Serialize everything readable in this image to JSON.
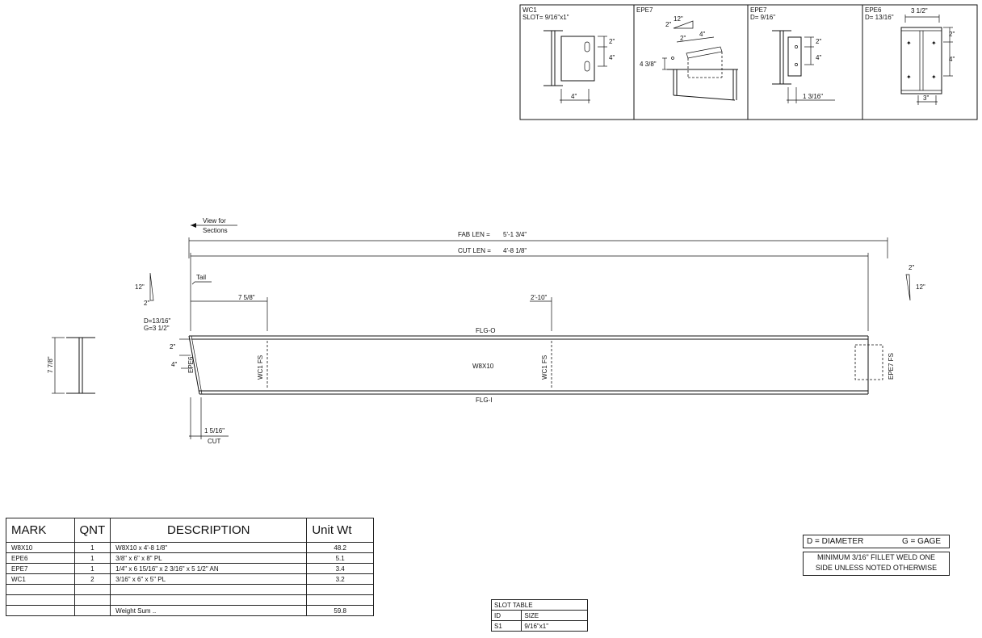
{
  "details": [
    {
      "title": "WC1",
      "subtitle": "SLOT= 9/16\"x1\"",
      "dims": [
        "2\"",
        "4\"",
        "4\""
      ]
    },
    {
      "title": "EPE7",
      "subtitle": "",
      "dims": [
        "12\"",
        "2\"",
        "2\"",
        "4\"",
        "4 3/8\""
      ]
    },
    {
      "title": "EPE7",
      "subtitle": "D= 9/16\"",
      "dims": [
        "2\"",
        "4\"",
        "1 3/16\""
      ]
    },
    {
      "title": "EPE6",
      "subtitle": "D= 13/16\"",
      "dims": [
        "3 1/2\"",
        "2\"",
        "4\"",
        "3\""
      ]
    }
  ],
  "elevation": {
    "view_for": "View for",
    "sections": "Sections",
    "fab_len_label": "FAB LEN =",
    "fab_len": "5'-1 3/4\"",
    "cut_len_label": "CUT LEN =",
    "cut_len": "4'-8 1/8\"",
    "tail": "Tail",
    "left_dim": "7 5/8\"",
    "mid_dim": "2'-10\"",
    "left_slope_run": "12\"",
    "left_slope_rise": "2\"",
    "right_slope_rise": "2\"",
    "right_slope_run": "12\"",
    "d_note": "D=13/16\"",
    "g_note": "G=3 1/2\"",
    "flg_o": "FLG-O",
    "flg_i": "FLG-I",
    "member": "W8X10",
    "left_plate": "EPE6",
    "dim_2": "2\"",
    "dim_4": "4\"",
    "wc1_left": "WC1 FS",
    "wc1_mid": "WC1 FS",
    "right_plate": "EPE7 FS",
    "section_depth": "7 7/8\"",
    "cut_dim": "1 5/16\"",
    "cut_label": "CUT"
  },
  "bom": {
    "headers": [
      "MARK",
      "QNT",
      "DESCRIPTION",
      "Unit Wt"
    ],
    "rows": [
      [
        "W8X10",
        "1",
        "W8X10 x 4'-8 1/8\"",
        "48.2"
      ],
      [
        "EPE6",
        "1",
        "3/8\" x 6\" x 8\" PL",
        "5.1"
      ],
      [
        "EPE7",
        "1",
        "1/4\" x 6 15/16\" x 2 3/16\" x 5 1/2\" AN",
        "3.4"
      ],
      [
        "WC1",
        "2",
        "3/16\" x 6\" x 5\" PL",
        "3.2"
      ],
      [
        "",
        "",
        "",
        ""
      ],
      [
        "",
        "",
        "",
        ""
      ]
    ],
    "weight_label": "Weight Sum ..",
    "weight_value": "59.8"
  },
  "slot_table": {
    "title": "SLOT TABLE",
    "col_id": "ID",
    "col_size": "SIZE",
    "row_id": "S1",
    "row_size": "9/16\"x1\""
  },
  "legend": {
    "diameter": "D = DIAMETER",
    "gage": "G = GAGE",
    "weld_line1": "MINIMUM 3/16\" FILLET WELD ONE",
    "weld_line2": "SIDE UNLESS NOTED OTHERWISE"
  }
}
